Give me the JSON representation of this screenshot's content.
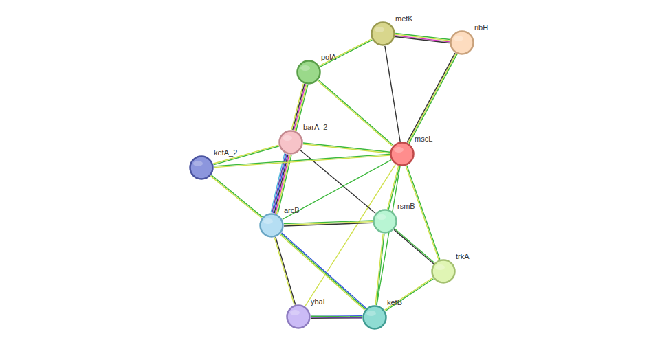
{
  "diagram": {
    "nodes": [
      {
        "text": [
          "metK"
        ]
      },
      {
        "text": [
          "ribH"
        ]
      },
      {
        "text": [
          "polA"
        ]
      },
      {
        "text": [
          "barA_2"
        ]
      },
      {
        "text": [
          "mscL"
        ]
      },
      {
        "text": [
          "kefA_2"
        ]
      },
      {
        "text": [
          "arcB"
        ]
      },
      {
        "text": [
          "rsmB"
        ]
      },
      {
        "text": [
          "trkA"
        ]
      },
      {
        "text": [
          "ybaL"
        ]
      },
      {
        "text": [
          "kefB"
        ]
      }
    ],
    "edges": [
      {
        "from": 0,
        "to": 1,
        "arrow": "none"
      },
      {
        "from": 0,
        "to": 2,
        "arrow": "none"
      },
      {
        "from": 0,
        "to": 4,
        "arrow": "none"
      },
      {
        "from": 1,
        "to": 4,
        "arrow": "none"
      },
      {
        "from": 2,
        "to": 3,
        "arrow": "none"
      },
      {
        "from": 2,
        "to": 4,
        "arrow": "none"
      },
      {
        "from": 3,
        "to": 5,
        "arrow": "none"
      },
      {
        "from": 3,
        "to": 4,
        "arrow": "none"
      },
      {
        "from": 3,
        "to": 6,
        "arrow": "none"
      },
      {
        "from": 3,
        "to": 7,
        "arrow": "none"
      },
      {
        "from": 5,
        "to": 4,
        "arrow": "none"
      },
      {
        "from": 5,
        "to": 6,
        "arrow": "none"
      },
      {
        "from": 4,
        "to": 6,
        "arrow": "none"
      },
      {
        "from": 4,
        "to": 7,
        "arrow": "none"
      },
      {
        "from": 4,
        "to": 8,
        "arrow": "none"
      },
      {
        "from": 4,
        "to": 10,
        "arrow": "none"
      },
      {
        "from": 4,
        "to": 9,
        "arrow": "none"
      },
      {
        "from": 6,
        "to": 7,
        "arrow": "none"
      },
      {
        "from": 6,
        "to": 10,
        "arrow": "none"
      },
      {
        "from": 6,
        "to": 9,
        "arrow": "none"
      },
      {
        "from": 9,
        "to": 10,
        "arrow": "none"
      },
      {
        "from": 7,
        "to": 10,
        "arrow": "none"
      },
      {
        "from": 7,
        "to": 8,
        "arrow": "none"
      },
      {
        "from": 8,
        "to": 10,
        "arrow": "none"
      }
    ]
  }
}
